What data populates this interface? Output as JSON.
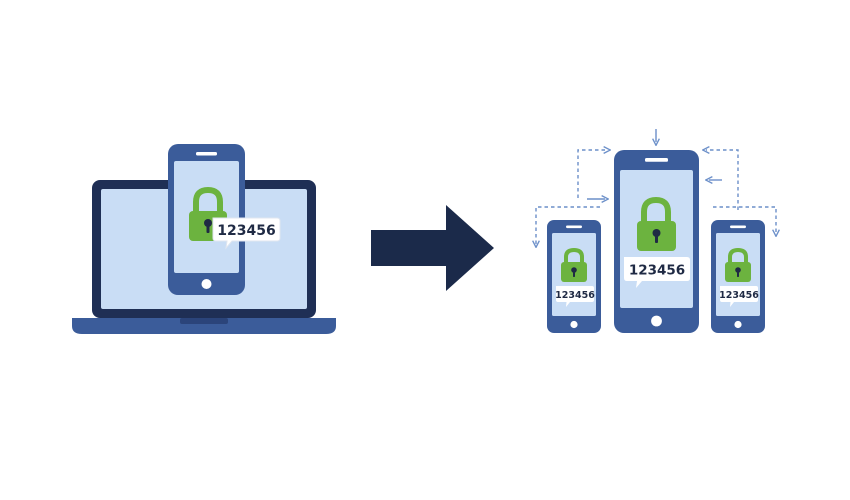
{
  "colors": {
    "background": "#ffffff",
    "device_frame": "#3b5c9a",
    "laptop_frame": "#1f2f55",
    "screen": "#c9ddf5",
    "lock_green": "#6cb33f",
    "lock_green_dark": "#4f8f2a",
    "arrow_navy": "#1b2a4a",
    "dashed_arrow": "#6b8fc9",
    "bubble_bg": "#ffffff",
    "code_text": "#1f2a44"
  },
  "icons": {
    "source_device": "laptop-icon",
    "phone": "smartphone-icon",
    "lock": "padlock-icon",
    "flow_arrow": "right-arrow-icon",
    "sync_arrows": "dashed-sync-arrow-icon"
  },
  "source": {
    "code": "123456"
  },
  "targets": [
    {
      "code": "123456"
    },
    {
      "code": "123456"
    },
    {
      "code": "123456"
    }
  ]
}
